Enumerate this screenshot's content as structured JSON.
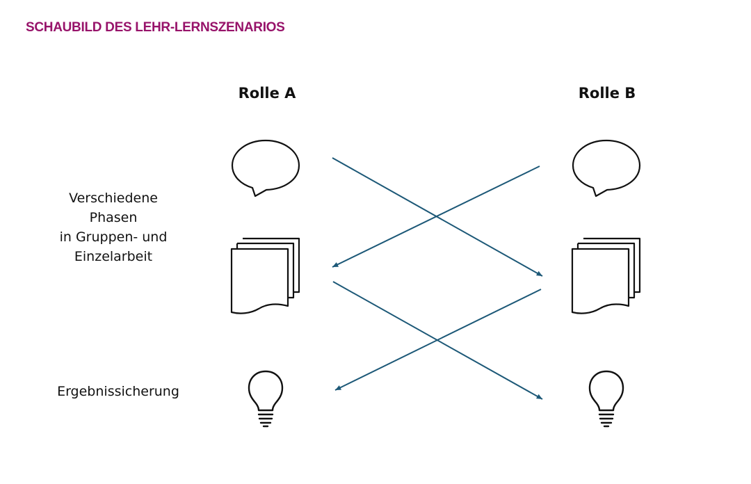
{
  "title": {
    "text": "SCHAUBILD DES LEHR-LERNSZENARIOS",
    "color": "#97136a"
  },
  "roles": {
    "a": "Rolle A",
    "b": "Rolle B"
  },
  "rows": {
    "phases_lines": [
      "Verschiedene",
      "Phasen",
      "in Gruppen- und",
      "Einzelarbeit"
    ],
    "results": "Ergebnissicherung"
  },
  "icons": {
    "row1": "speech-bubble-icon",
    "row2": "documents-stack-icon",
    "row3": "lightbulb-icon"
  },
  "arrow_color": "#1c5877"
}
